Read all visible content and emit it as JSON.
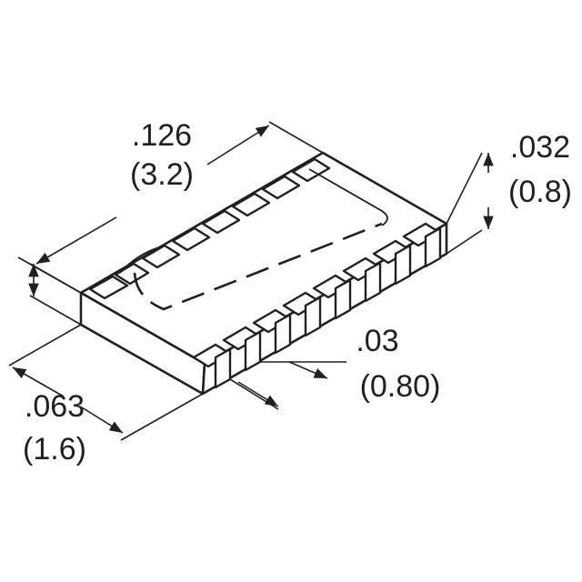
{
  "dimensions": {
    "length": {
      "inch": ".126",
      "mm": "(3.2)"
    },
    "height": {
      "inch": ".032",
      "mm": "(0.8)"
    },
    "width": {
      "inch": ".063",
      "mm": "(1.6)"
    },
    "pitch": {
      "inch": ".03",
      "mm": "(0.80)"
    }
  },
  "colors": {
    "line": "#231f20",
    "background": "#ffffff"
  }
}
